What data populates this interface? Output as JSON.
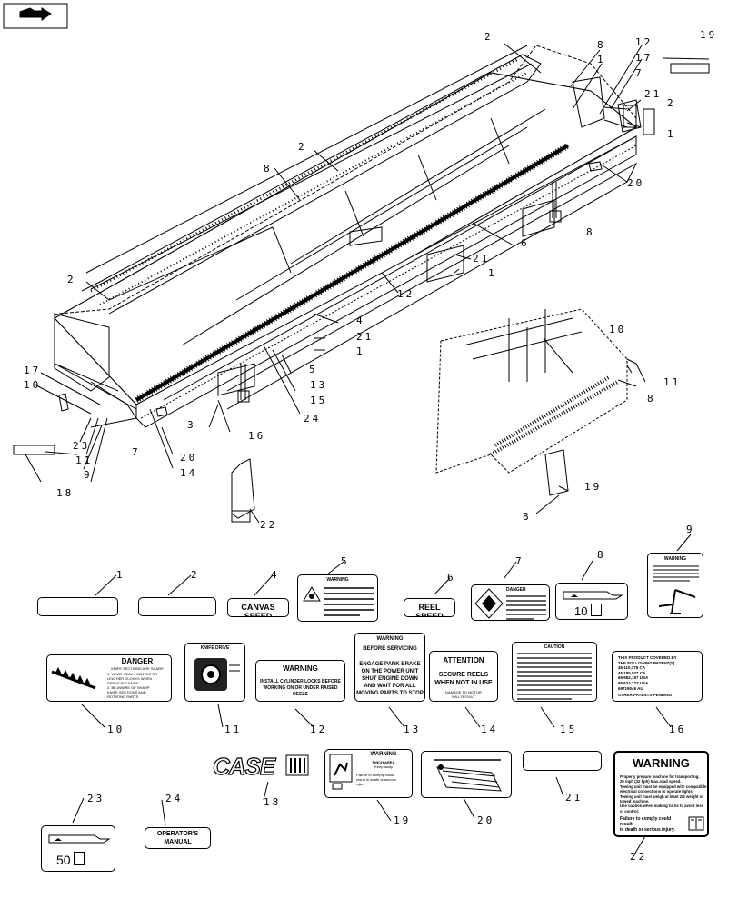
{
  "callouts": [
    {
      "id": "c-top-2a",
      "text": "2"
    },
    {
      "id": "c-top-8a",
      "text": "8"
    },
    {
      "id": "c-top-1a",
      "text": "1"
    },
    {
      "id": "c-top-12a",
      "text": "12"
    },
    {
      "id": "c-top-17a",
      "text": "17"
    },
    {
      "id": "c-top-7a",
      "text": "7"
    },
    {
      "id": "c-top-19",
      "text": "19"
    },
    {
      "id": "c-top-21a",
      "text": "21"
    },
    {
      "id": "c-top-2b",
      "text": "2"
    },
    {
      "id": "c-top-1b",
      "text": "1"
    },
    {
      "id": "c-top-20a",
      "text": "20"
    },
    {
      "id": "c-top-2c",
      "text": "2"
    },
    {
      "id": "c-top-8b",
      "text": "8"
    },
    {
      "id": "c-top-8c",
      "text": "8"
    },
    {
      "id": "c-top-6",
      "text": "6"
    },
    {
      "id": "c-top-21b",
      "text": "21"
    },
    {
      "id": "c-top-1c",
      "text": "1"
    },
    {
      "id": "c-top-2d",
      "text": "2"
    },
    {
      "id": "c-top-12b",
      "text": "12"
    },
    {
      "id": "c-top-4",
      "text": "4"
    },
    {
      "id": "c-top-21c",
      "text": "21"
    },
    {
      "id": "c-top-1d",
      "text": "1"
    },
    {
      "id": "c-top-5",
      "text": "5"
    },
    {
      "id": "c-top-13",
      "text": "13"
    },
    {
      "id": "c-top-15",
      "text": "15"
    },
    {
      "id": "c-top-24",
      "text": "24"
    },
    {
      "id": "c-top-17b",
      "text": "17"
    },
    {
      "id": "c-top-10a",
      "text": "10"
    },
    {
      "id": "c-top-23",
      "text": "23"
    },
    {
      "id": "c-top-11a",
      "text": "11"
    },
    {
      "id": "c-top-9",
      "text": "9"
    },
    {
      "id": "c-top-7b",
      "text": "7"
    },
    {
      "id": "c-top-3",
      "text": "3"
    },
    {
      "id": "c-top-16",
      "text": "16"
    },
    {
      "id": "c-top-20b",
      "text": "20"
    },
    {
      "id": "c-top-14",
      "text": "14"
    },
    {
      "id": "c-top-18",
      "text": "18"
    },
    {
      "id": "c-top-22",
      "text": "22"
    },
    {
      "id": "c-top-10b",
      "text": "10"
    },
    {
      "id": "c-top-11b",
      "text": "11"
    },
    {
      "id": "c-top-8d",
      "text": "8"
    },
    {
      "id": "c-top-19b",
      "text": "19"
    },
    {
      "id": "c-top-8e",
      "text": "8"
    }
  ],
  "decal_numbers": [
    "1",
    "2",
    "4",
    "5",
    "6",
    "7",
    "8",
    "9",
    "10",
    "11",
    "12",
    "13",
    "14",
    "15",
    "16",
    "18",
    "19",
    "20",
    "21",
    "22",
    "23",
    "24"
  ],
  "decals": {
    "d4": "CANVAS SPEED",
    "d5_head": "WARNING",
    "d6": "REEL SPEED",
    "d7_head": "DANGER",
    "d8_value": "10",
    "d9_head": "WARNING",
    "d10_head": "DANGER",
    "d10_sub": "KNIFE SECTIONS ARE SHARP",
    "d10_lines": [
      "1. WEAR HEAVY CANVAS OR",
      "LEATHER GLOVES WHEN",
      "SERVICING KNIFE.",
      "2. BE AWARE OF SHARP",
      "KNIFE SECTIONS AND",
      "ROTATING PARTS"
    ],
    "d11_head": "KNIFE DRIVE",
    "d12_head": "WARNING",
    "d12_lines": [
      "INSTALL CYLINDER LOCKS BEFORE",
      "WORKING ON OR UNDER RAISED REELS"
    ],
    "d13_head": "WARNING",
    "d13_sub": "BEFORE SERVICING",
    "d13_lines": [
      "ENGAGE PARK BRAKE",
      "ON THE POWER UNIT",
      "SHUT ENGINE DOWN",
      "AND WAIT FOR ALL",
      "MOVING PARTS TO STOP"
    ],
    "d14_head": "ATTENTION",
    "d14_lines": [
      "SECURE REELS",
      "WHEN NOT IN USE"
    ],
    "d14_foot": [
      "DAMAGE TO MOTOR",
      "WILL RESULT"
    ],
    "d15_head": "CAUTION",
    "d16_lines": [
      "THIS PRODUCT COVERED BY",
      "THE FOLLOWING PATENT(S)",
      "45,110,775 CA",
      "45,185,577 CA",
      "65,682,187 USA",
      "65,624,277 USA",
      "69719049 AU",
      "OTHER PATENTS PENDING"
    ],
    "d18": "CASE",
    "d19_head": "WARNING",
    "d19_lines": [
      "PINCH AREA",
      "Keep away",
      "Failure to comply could",
      "result in death or serious",
      "injury."
    ],
    "d22_head": "WARNING",
    "d22_lines": [
      "Properly prepare machine for transporting.",
      "20 mph (32 kph) Max.road speed.",
      "Towing unit must be equipped with compatible",
      "electrical connections to operate lights",
      "Towing unit must weigh at least 2/3 weight of",
      "towed machine.",
      "Use caution when making turns to avoid loss",
      "of control."
    ],
    "d22_foot": [
      "Failure to comply could result",
      "in death or serious injury."
    ],
    "d23_value": "50",
    "d24": [
      "OPERATOR'S",
      "MANUAL"
    ]
  }
}
